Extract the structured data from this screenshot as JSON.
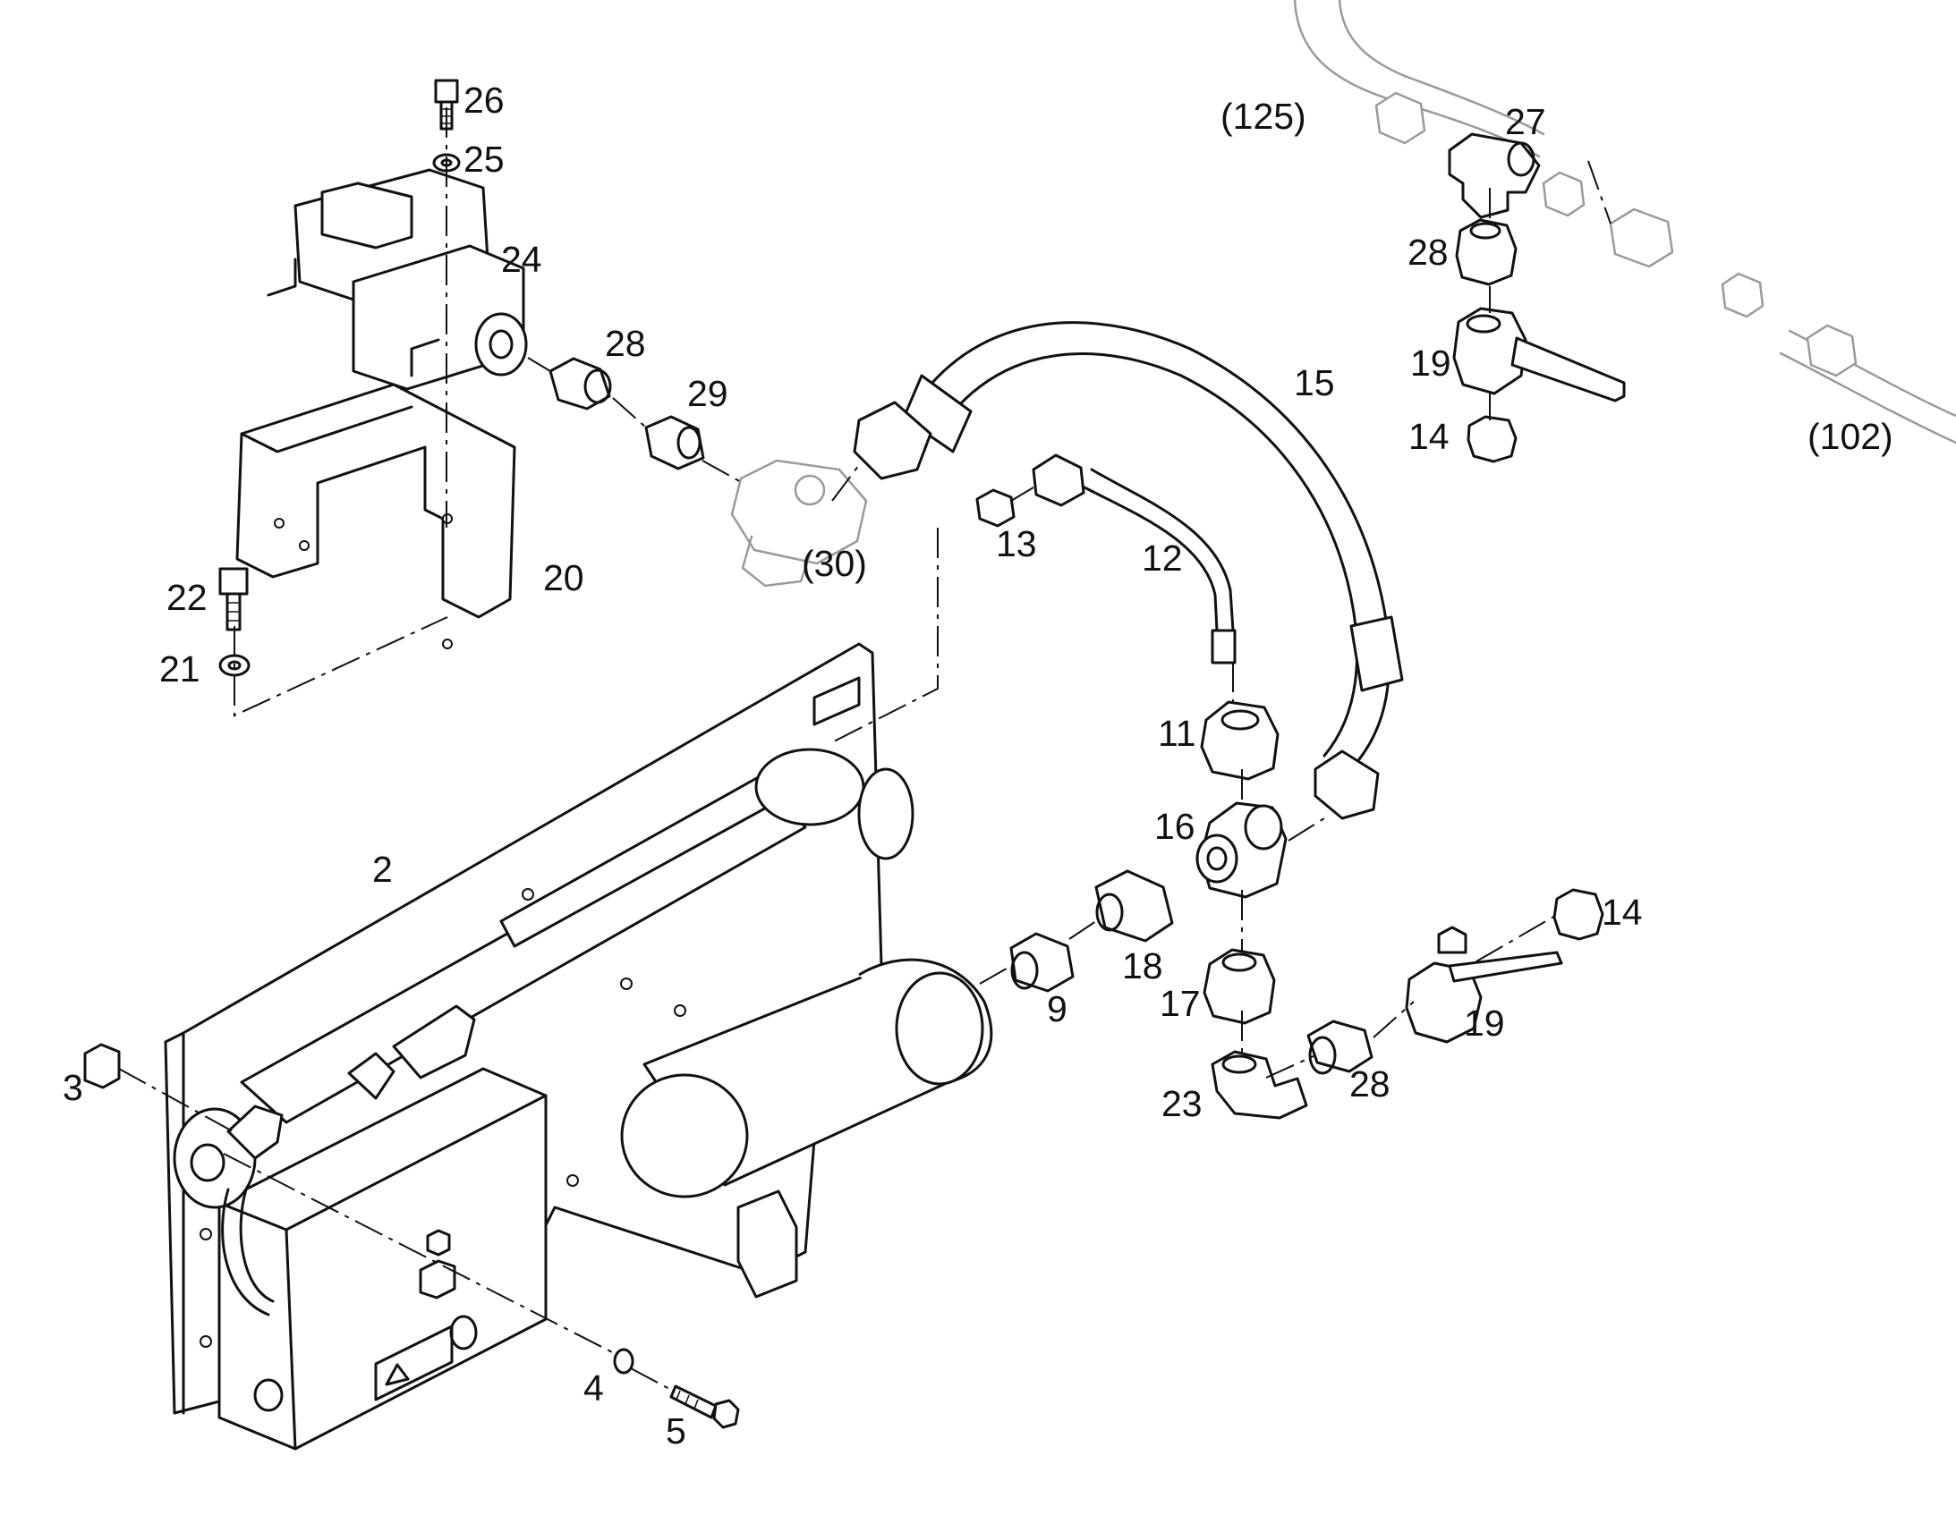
{
  "callouts": {
    "c26": "26",
    "c25": "25",
    "c24": "24",
    "c28a": "28",
    "c29": "29",
    "c20": "20",
    "c22": "22",
    "c21": "21",
    "c30": "(30)",
    "c13": "13",
    "c12": "12",
    "c15": "15",
    "c125": "(125)",
    "c27": "27",
    "c28b": "28",
    "c19a": "19",
    "c14a": "14",
    "c102": "(102)",
    "c11": "11",
    "c16": "16",
    "c2": "2",
    "c18": "18",
    "c9": "9",
    "c17": "17",
    "c14b": "14",
    "c19b": "19",
    "c23": "23",
    "c28c": "28",
    "c3": "3",
    "c4": "4",
    "c5": "5"
  },
  "colors": {
    "ink": "#111111",
    "ghost": "#9a9a9a",
    "background": "#ffffff"
  }
}
